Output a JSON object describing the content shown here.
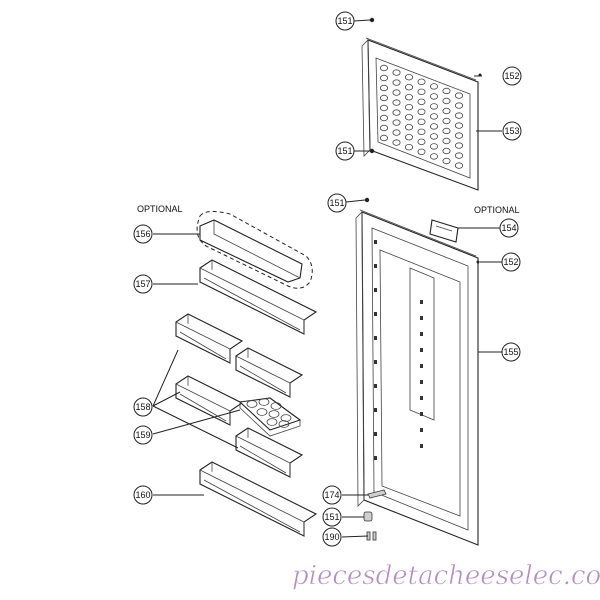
{
  "labels": {
    "optional_left": "OPTIONAL",
    "optional_right": "OPTIONAL",
    "watermark": "piecesdetacheeselec.com"
  },
  "callouts": [
    "151",
    "152",
    "153",
    "151",
    "151",
    "154",
    "152",
    "155",
    "156",
    "157",
    "158",
    "159",
    "160",
    "174",
    "151",
    "190"
  ],
  "colors": {
    "line": "#222222",
    "watermark": "#7a2f8f"
  }
}
